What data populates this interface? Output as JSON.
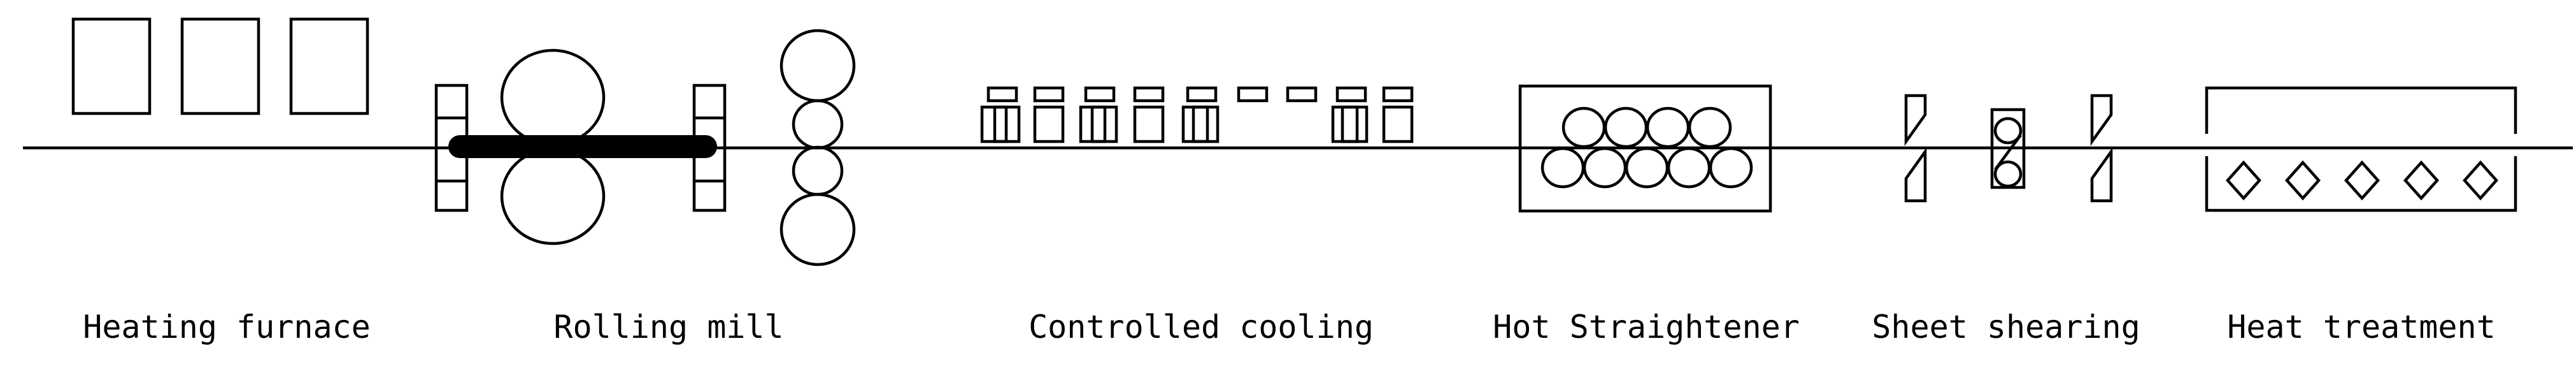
{
  "stages": [
    {
      "id": "heating-furnace",
      "label": "Heating furnace"
    },
    {
      "id": "rolling-mill",
      "label": "Rolling mill"
    },
    {
      "id": "controlled-cooling",
      "label": "Controlled cooling"
    },
    {
      "id": "hot-straightener",
      "label": "Hot Straightener"
    },
    {
      "id": "sheet-shearing",
      "label": "Sheet shearing"
    },
    {
      "id": "heat-treatment",
      "label": "Heat treatment"
    }
  ],
  "colors": {
    "line": "#000000",
    "background": "#ffffff"
  }
}
